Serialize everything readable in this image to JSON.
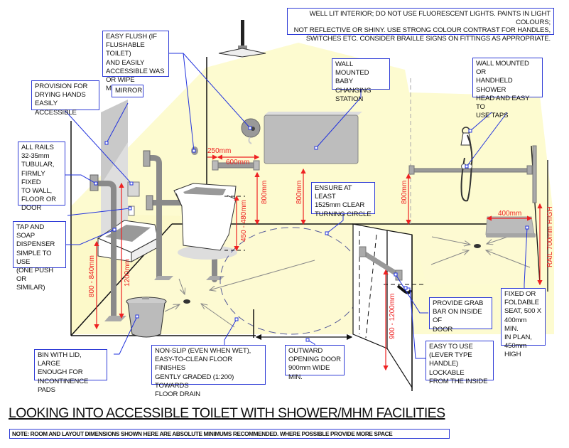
{
  "title": "LOOKING INTO ACCESSIBLE TOILET WITH SHOWER/MHM FACILITIES",
  "note": "NOTE: ROOM AND LAYOUT DIMENSIONS SHOWN HERE ARE ABSOLUTE MINIMUMS RECOMMENDED. WHERE POSSIBLE PROVIDE MORE SPACE",
  "colors": {
    "callout_border": "#2e3bd6",
    "leader_line": "#2233dd",
    "dimension": "#ee2222",
    "wall_fill": "#fdfbd0",
    "fixture_grey": "#a9a9a9"
  },
  "callouts": {
    "lighting": [
      "WELL LIT INTERIOR; DO NOT USE FLUORESCENT LIGHTS. PAINTS IN LIGHT COLOURS;",
      "NOT REFLECTIVE OR SHINY. USE STRONG COLOUR CONTRAST FOR HANDLES,",
      "SWITCHES ETC. CONSIDER BRAILLE SIGNS ON FITTINGS AS APPROPRIATE."
    ],
    "easy_flush": [
      "EASY FLUSH (IF",
      "FLUSHABLE TOILET)",
      "AND EASILY",
      "ACCESSIBLE WAS",
      "OR WIPE MATERIALS"
    ],
    "drying_hands": [
      "PROVISION FOR",
      "DRYING HANDS",
      "EASILY ACCESSIBLE"
    ],
    "mirror": [
      "MIRROR"
    ],
    "rails": [
      "ALL RAILS",
      "32-35mm",
      "TUBULAR,",
      "FIRMLY FIXED",
      "TO WALL,",
      "FLOOR OR",
      "DOOR"
    ],
    "tap_soap": [
      "TAP AND SOAP",
      "DISPENSER",
      "SIMPLE TO USE",
      "(ONE PUSH OR",
      "SIMILAR)"
    ],
    "baby_changing": [
      "WALL MOUNTED",
      "BABY CHANGING",
      "STATION"
    ],
    "shower_head": [
      "WALL MOUNTED OR",
      "HANDHELD SHOWER",
      "HEAD AND EASY TO",
      "USE TAPS"
    ],
    "turning_circle": [
      "ENSURE AT LEAST",
      "1525mm CLEAR",
      "TURNING CIRCLE"
    ],
    "grab_bar_door": [
      "PROVIDE GRAB",
      "BAR ON INSIDE OF",
      "DOOR"
    ],
    "seat": [
      "FIXED OR",
      "FOLDABLE",
      "SEAT, 500 X",
      "400mm MIN.",
      "IN PLAN,",
      "450mm HIGH"
    ],
    "lock_handle": [
      "EASY TO USE",
      "(LEVER TYPE",
      "HANDLE) LOCKABLE",
      "FROM THE INSIDE"
    ],
    "bin": [
      "BIN WITH LID, LARGE",
      "ENOUGH FOR",
      "INCONTINENCE PADS"
    ],
    "floor": [
      "NON-SLIP (EVEN WHEN WET),",
      "EASY-TO-CLEAN FLOOR FINISHES",
      "GENTLY GRADED (1:200) TOWARDS",
      "FLOOR DRAIN"
    ],
    "door": [
      "OUTWARD",
      "OPENING DOOR",
      "900mm WIDE MIN."
    ]
  },
  "dimensions": {
    "rail_offset": "250mm",
    "rail_length": "600mm",
    "rail_height_toilet": "800mm",
    "baby_station_height": "800mm",
    "shower_rail_height": "800mm",
    "toilet_seat_height": "450 - 480mm",
    "basin_height": "800 - 840mm",
    "vertical_rail_height": "1200mm",
    "seat_width": "400mm",
    "rail_700": "RAIL 700mm HIGH",
    "door_handle_height": "900 - 1200mm"
  },
  "icons": [
    "ceiling-lamp-icon",
    "toilet-roll-holder-icon",
    "flush-button-icon",
    "hand-dryer-icon",
    "soap-dispenser-icon",
    "floor-drain-icon",
    "shower-head-icon",
    "door-lever-icon"
  ]
}
